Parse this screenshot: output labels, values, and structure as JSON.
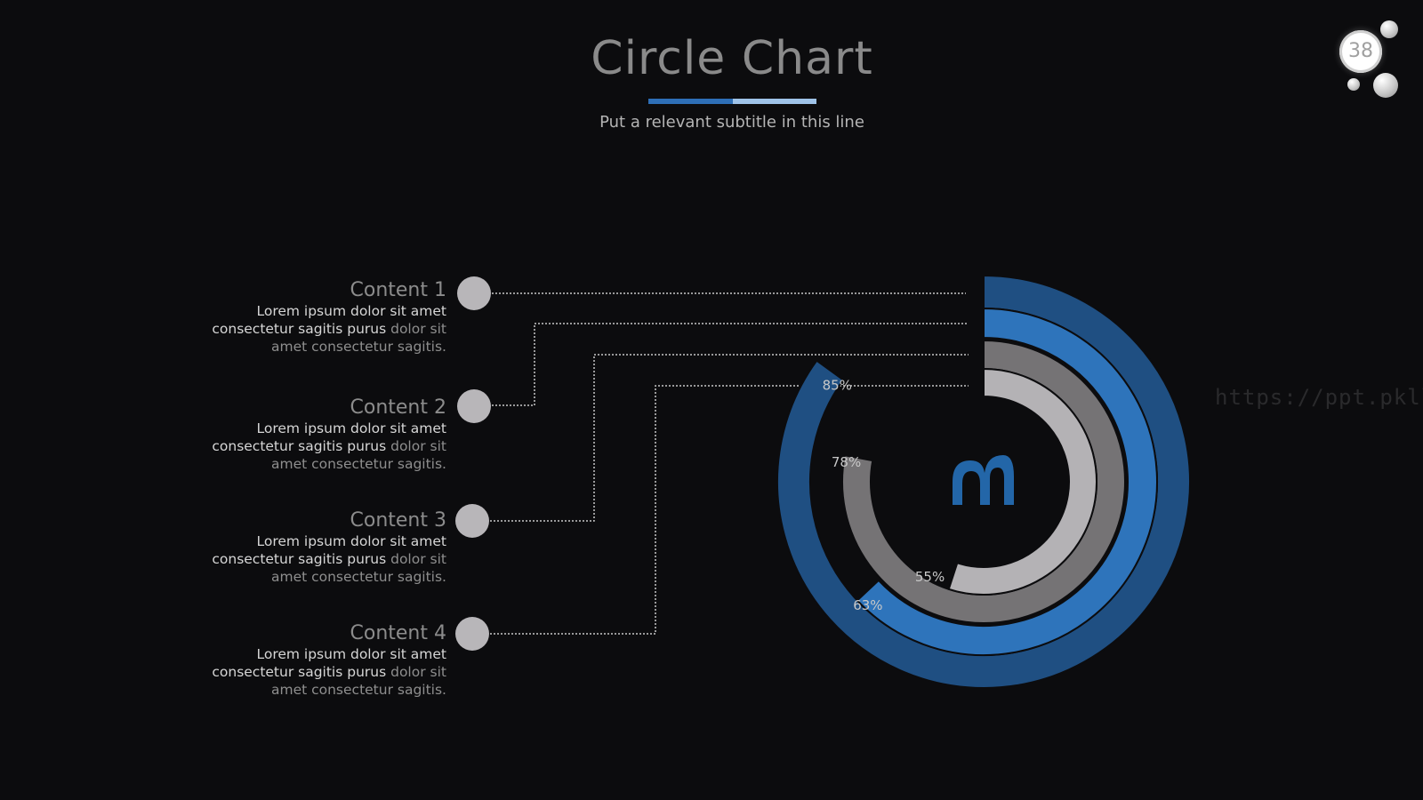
{
  "slide": {
    "title": "Circle Chart",
    "subtitle": "Put a relevant subtitle in this line",
    "page_number": "38",
    "watermark": "https://ppt.pkll.de",
    "accent_colors": [
      "#2e6fb7",
      "#9fc3e8"
    ]
  },
  "items": [
    {
      "title": "Content 1",
      "desc_line1": "Lorem ipsum dolor sit amet",
      "desc_line2a": "consectetur sagitis purus",
      "desc_line2b": " dolor sit",
      "desc_line3": "amet consectetur sagitis."
    },
    {
      "title": "Content 2",
      "desc_line1": "Lorem ipsum dolor sit amet",
      "desc_line2a": "consectetur sagitis purus",
      "desc_line2b": " dolor sit",
      "desc_line3": "amet consectetur sagitis."
    },
    {
      "title": "Content 3",
      "desc_line1": "Lorem ipsum dolor sit amet",
      "desc_line2a": "consectetur sagitis purus",
      "desc_line2b": " dolor sit",
      "desc_line3": "amet consectetur sagitis."
    },
    {
      "title": "Content 4",
      "desc_line1": "Lorem ipsum dolor sit amet",
      "desc_line2a": "consectetur sagitis purus",
      "desc_line2b": " dolor sit",
      "desc_line3": "amet consectetur sagitis."
    }
  ],
  "chart_data": {
    "type": "radial-bar",
    "title": "Circle Chart",
    "series": [
      {
        "value": 85,
        "label": "85%",
        "color": "#1f4f82"
      },
      {
        "value": 63,
        "label": "63%",
        "color": "#2e74bb"
      },
      {
        "value": 78,
        "label": "78%",
        "color": "#757375"
      },
      {
        "value": 55,
        "label": "55%",
        "color": "#b4b2b5"
      }
    ],
    "center_icon": "m-logo-icon",
    "center_icon_color": "#2366a8"
  }
}
